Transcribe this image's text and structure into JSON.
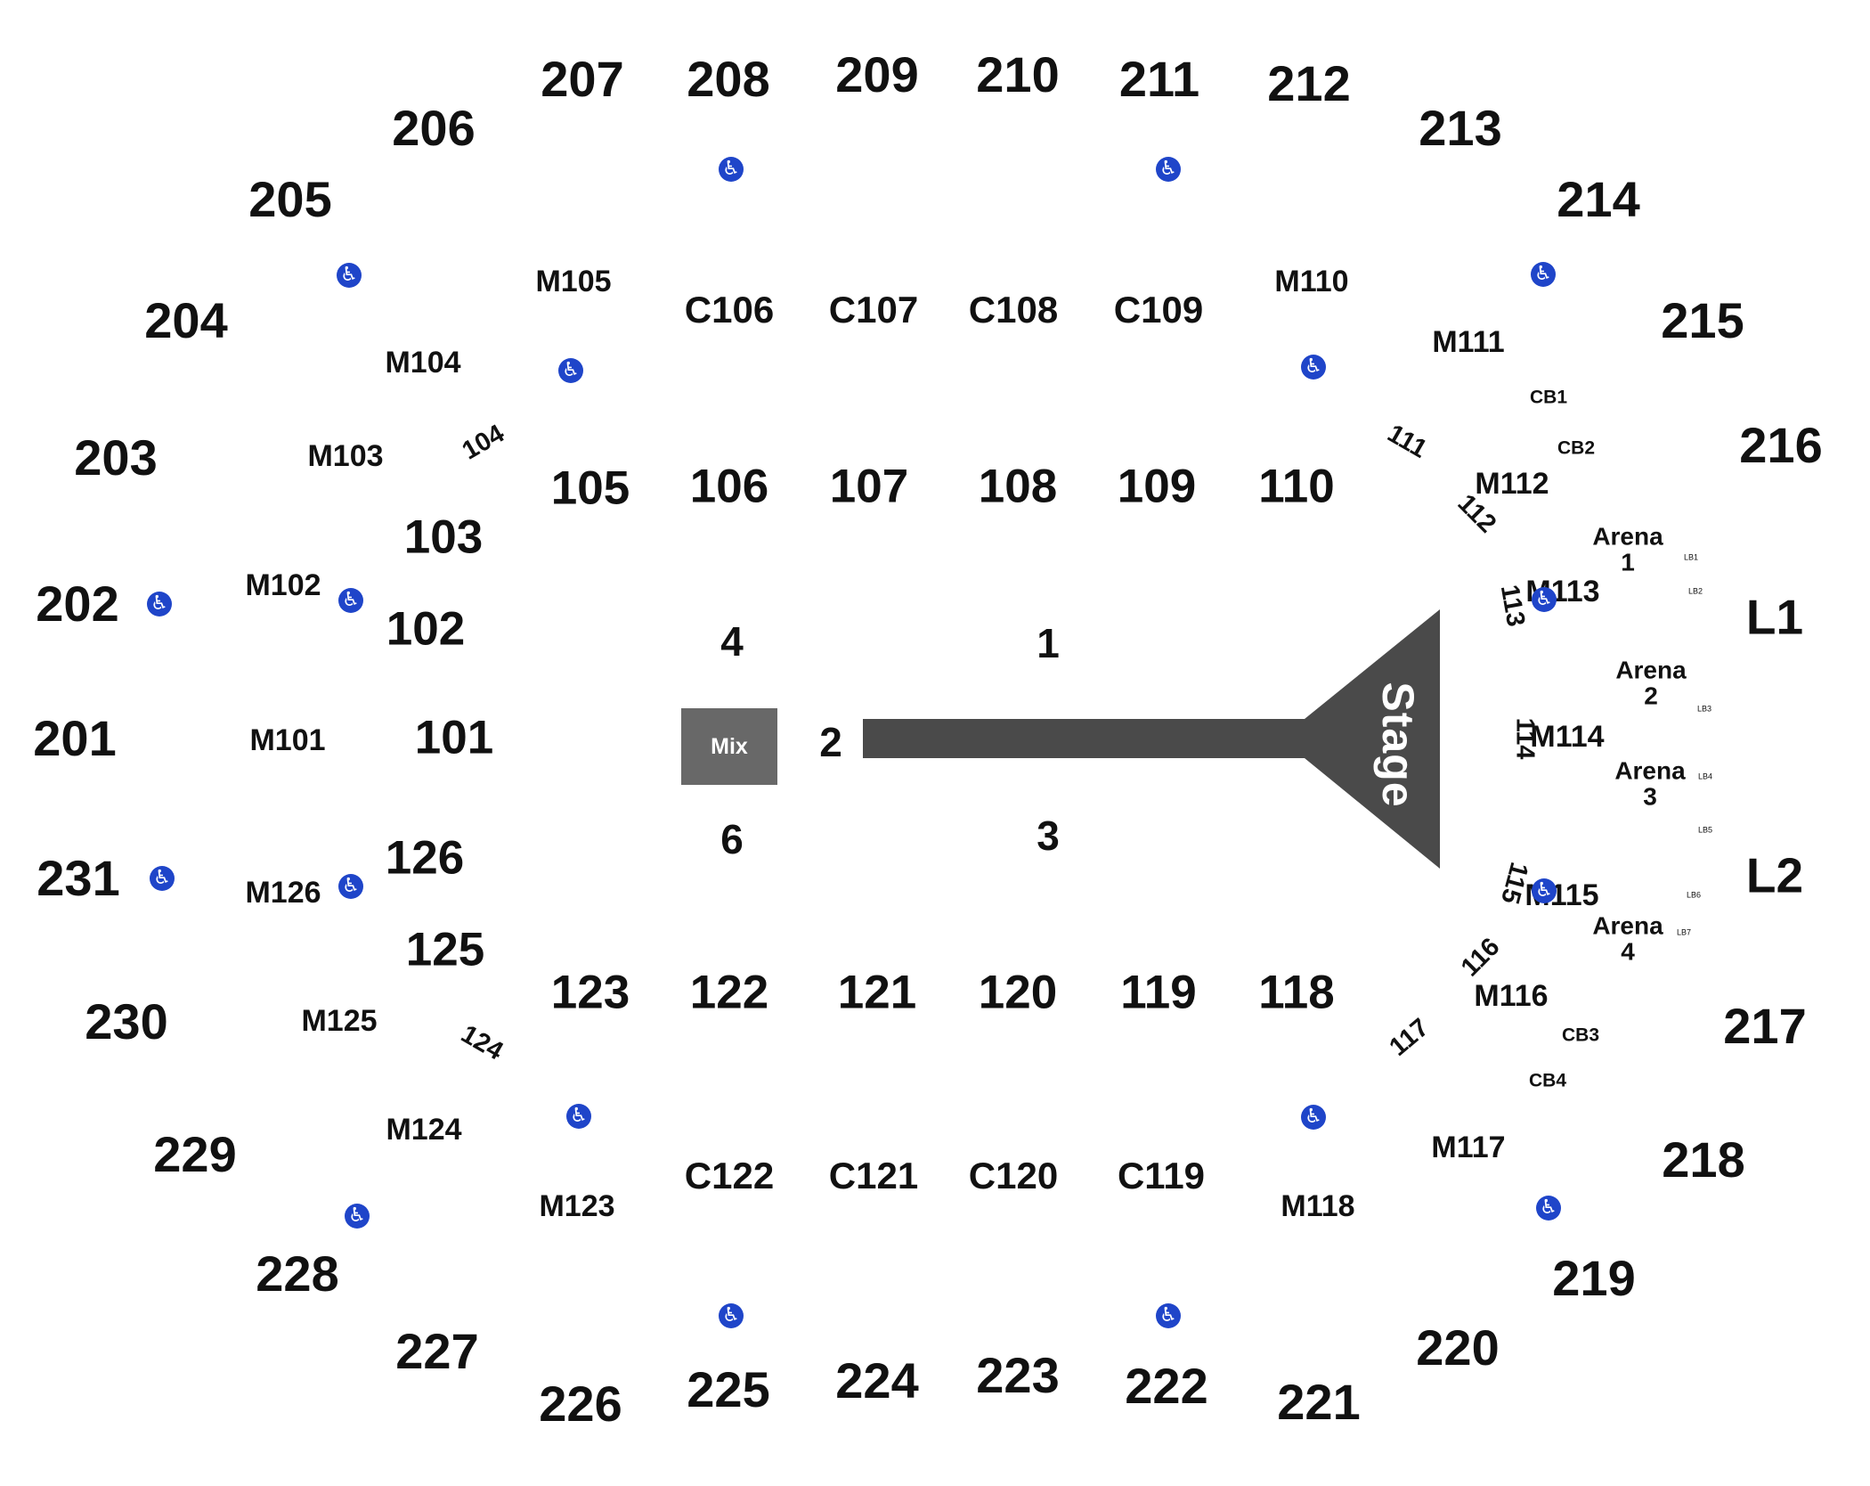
{
  "mix_label": "Mix",
  "stage_label": "Stage",
  "colors": {
    "stage": "#4a4a4a",
    "mix": "#686868",
    "accessible": "#1f45c9",
    "text": "#111111"
  },
  "accessible_icon": "wheelchair-icon",
  "sections": {
    "upper": [
      "207",
      "208",
      "209",
      "210",
      "211",
      "212",
      "206",
      "213",
      "205",
      "214",
      "204",
      "215",
      "203",
      "216",
      "202",
      "201",
      "231",
      "230",
      "229",
      "228",
      "227",
      "226",
      "225",
      "224",
      "223",
      "222",
      "221",
      "220",
      "219",
      "218",
      "217"
    ],
    "lower": [
      "105",
      "106",
      "107",
      "108",
      "109",
      "110",
      "103",
      "102",
      "101",
      "126",
      "125",
      "123",
      "122",
      "121",
      "120",
      "119",
      "118"
    ],
    "club": [
      "C106",
      "C107",
      "C108",
      "C109",
      "C122",
      "C121",
      "C120",
      "C119"
    ],
    "mezzanine": [
      "M105",
      "M110",
      "M104",
      "M111",
      "M103",
      "M112",
      "M102",
      "M113",
      "M101",
      "M114",
      "M126",
      "M115",
      "M125",
      "M116",
      "M124",
      "M117",
      "M123",
      "M118"
    ],
    "small_lower": [
      "104",
      "111",
      "112",
      "113",
      "114",
      "115",
      "116",
      "117",
      "124"
    ],
    "floor": [
      "4",
      "1",
      "2",
      "6",
      "3"
    ],
    "arena": [
      "Arena\n1",
      "Arena\n2",
      "Arena\n3",
      "Arena\n4"
    ],
    "boxes": [
      "CB1",
      "CB2",
      "CB3",
      "CB4"
    ],
    "loge_boxes": [
      "LB1",
      "LB2",
      "LB3",
      "LB4",
      "LB5",
      "LB6",
      "LB7"
    ],
    "loge": [
      "L1",
      "L2"
    ]
  }
}
